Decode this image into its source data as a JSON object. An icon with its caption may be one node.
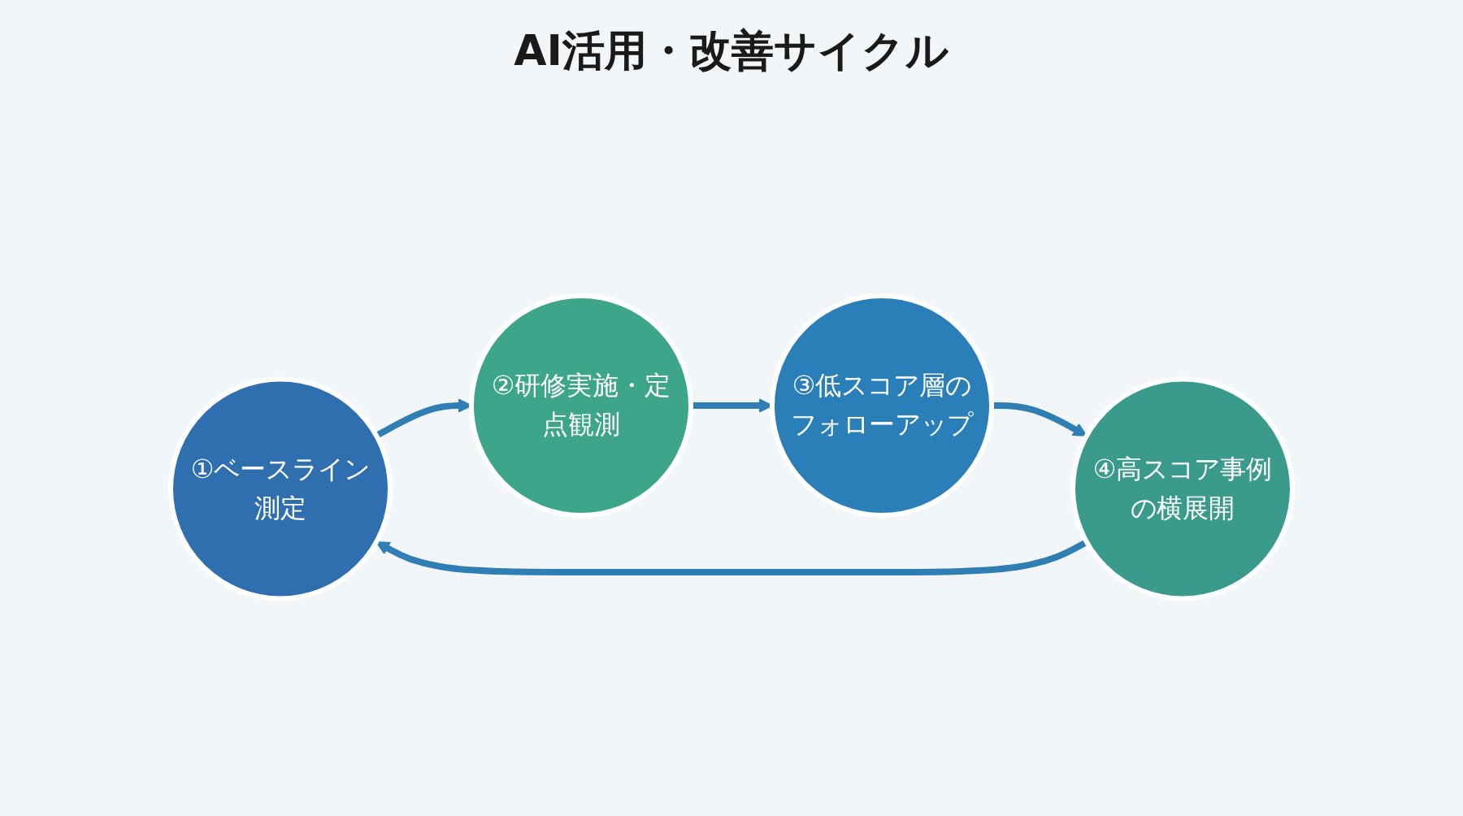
{
  "diagram": {
    "title": "AI活用・改善サイクル",
    "nodes": [
      {
        "text": [
          "①ベースライン測定"
        ]
      },
      {
        "text": [
          "②研修実施・定点観測"
        ]
      },
      {
        "text": [
          "③低スコア層のフォローアップ"
        ]
      },
      {
        "text": [
          "④高スコア事例の横展開"
        ]
      }
    ],
    "edges": [
      {
        "from": 0,
        "to": 1,
        "arrow": "to"
      },
      {
        "from": 1,
        "to": 2,
        "arrow": "to"
      },
      {
        "from": 2,
        "to": 3,
        "arrow": "to"
      },
      {
        "from": 3,
        "to": 0,
        "arrow": "to"
      }
    ]
  }
}
